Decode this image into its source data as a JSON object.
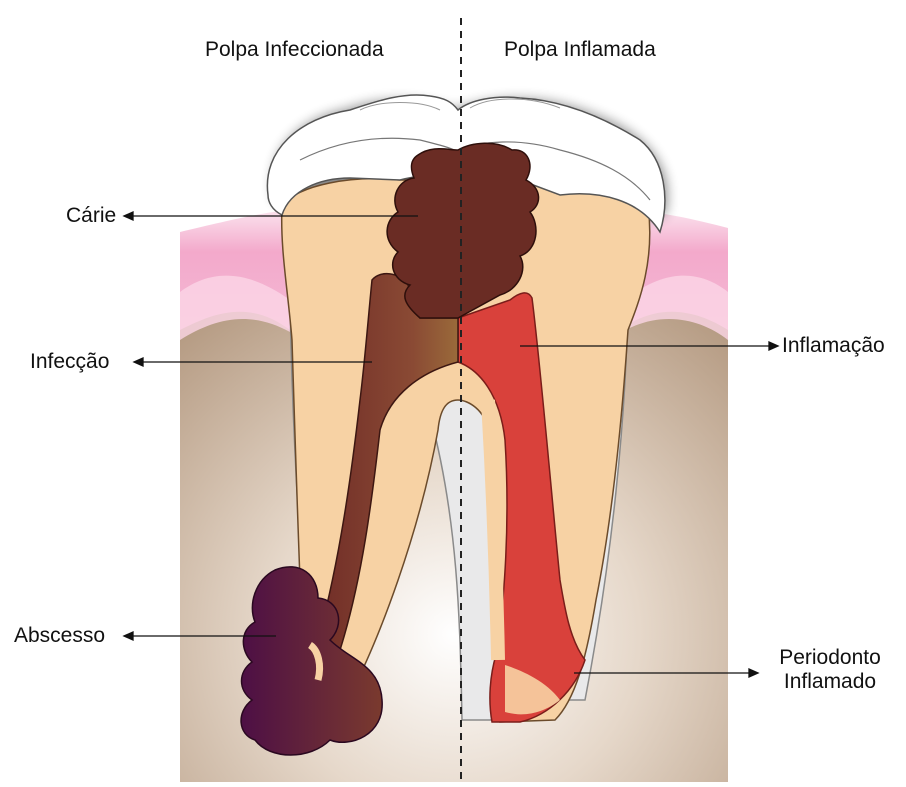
{
  "headers": {
    "left": "Polpa Infeccionada",
    "right": "Polpa Inflamada"
  },
  "labels": {
    "carie": "Cárie",
    "infeccao": "Infecção",
    "abscesso": "Abscesso",
    "inflamacao": "Inflamação",
    "periodonto_line1": "Periodonto",
    "periodonto_line2": "Inflamado"
  },
  "colors": {
    "enamel": "#ffffff",
    "dentin": "#f7d2a4",
    "caries": "#6a2c24",
    "infection": "#7b3b2d",
    "inflammation": "#d9413b",
    "abscess": "#5c1a3c",
    "gum": "#f2a7c8",
    "bone": "#c9b29a"
  }
}
